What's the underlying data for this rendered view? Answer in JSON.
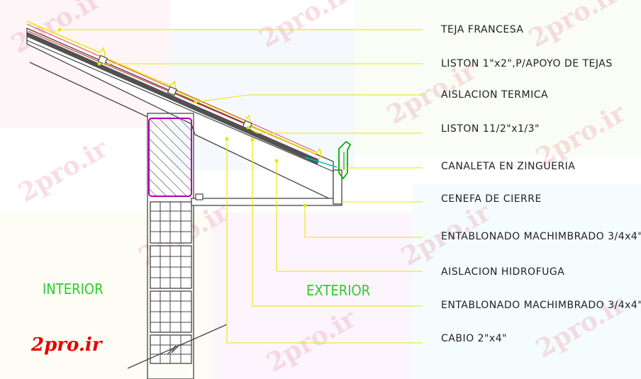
{
  "labels": [
    "TEJA FRANCESA",
    "LISTON 1\"x2\",P/APOYO DE TEJAS",
    "AISLACION TERMICA",
    "LISTON 11/2\"x1/3\"",
    "CANALETA EN ZINGUERIA",
    "CENEFA DE CIERRE",
    "ENTABLONADO MACHIMBRADO 3/4x4\"",
    "AISLACION HIDROFUGA",
    "ENTABLONADO MACHIMBRADO 3/4x4\"",
    "CABIO 2\"x4\""
  ],
  "zones": {
    "interior": "INTERIOR",
    "exterior": "EXTERIOR"
  },
  "logo": "2pro.ir",
  "watermark": "2pro.ir",
  "colors": {
    "leader": "#e8e800",
    "roof_outline": "#c8c800",
    "roof_red": "#e03030",
    "tile_outline": "#e8e800",
    "wall_hatch": "#b000b0",
    "gutter": "#00b000",
    "water_line": "#00c0c0",
    "zone_text": "#2ecc2e",
    "logo": "#e60000"
  }
}
